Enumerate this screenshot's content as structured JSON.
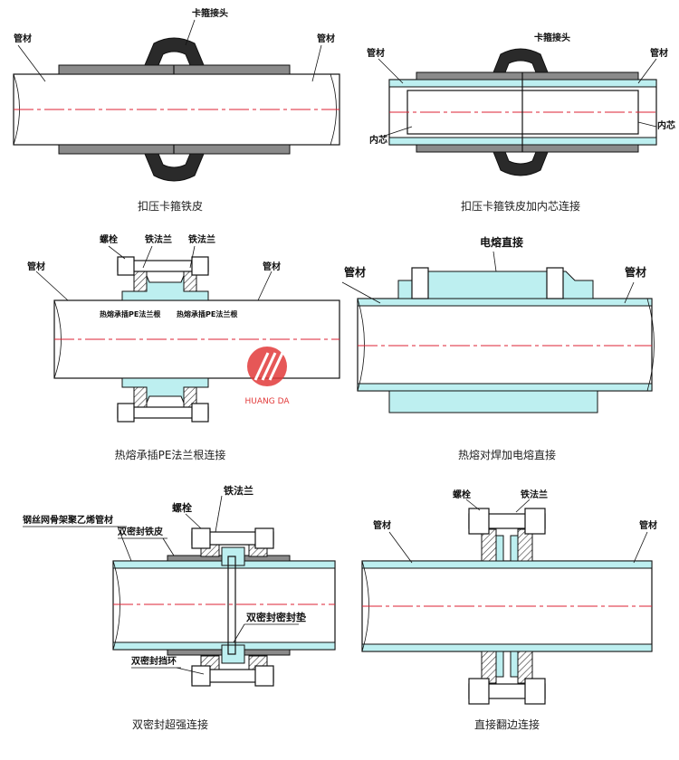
{
  "panels": [
    {
      "caption": "扣压卡箍铁皮",
      "labels": {
        "pipe_left": "管材",
        "pipe_right": "管材",
        "clamp": "卡箍接头"
      }
    },
    {
      "caption": "扣压卡箍铁皮加内芯连接",
      "labels": {
        "pipe_left": "管材",
        "pipe_right": "管材",
        "clamp": "卡箍接头",
        "core_left": "内芯",
        "core_right": "内芯"
      }
    },
    {
      "caption": "热熔承插PE法兰根连接",
      "labels": {
        "pipe_left": "管材",
        "pipe_right": "管材",
        "bolt": "螺栓",
        "flange_left": "铁法兰",
        "flange_right": "铁法兰",
        "stub_left": "热熔承插PE法兰根",
        "stub_right": "热熔承插PE法兰根"
      }
    },
    {
      "caption": "热熔对焊加电熔直接",
      "labels": {
        "pipe_left": "管材",
        "pipe_right": "管材",
        "coupling": "电熔直接"
      }
    },
    {
      "caption": "双密封超强连接",
      "labels": {
        "pipe": "钢丝网骨架聚乙烯管材",
        "sheet": "双密封铁皮",
        "bolt": "螺栓",
        "flange": "铁法兰",
        "gasket": "双密封密封垫",
        "ring": "双密封挡环"
      }
    },
    {
      "caption": "直接翻边连接",
      "labels": {
        "pipe_left": "管材",
        "pipe_right": "管材",
        "bolt": "螺栓",
        "flange": "铁法兰"
      }
    }
  ],
  "logo": {
    "text": "HUANG DA",
    "color": "#e23a3a"
  },
  "colors": {
    "pe": "#bdeff0",
    "centerline": "#d22233"
  }
}
